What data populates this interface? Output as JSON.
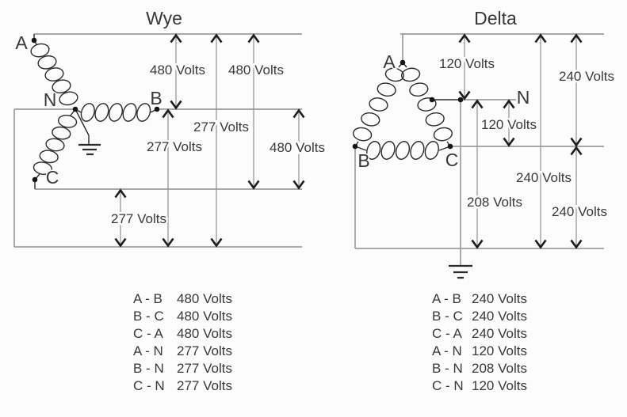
{
  "background_color": "#fcfcfc",
  "colors": {
    "bus_line": "#9c9c9c",
    "component_line": "#2a2a2a",
    "arrow": "#1d1d1d",
    "text": "#383838"
  },
  "wye": {
    "title": "Wye",
    "nodes": {
      "a": "A",
      "n": "N",
      "b": "B",
      "c": "C"
    },
    "dim_labels": {
      "a_b": "480 Volts",
      "a_c": "480 Volts",
      "a_n": "277 Volts",
      "b_n": "277 Volts",
      "b_c": "480 Volts",
      "c_n": "277 Volts"
    },
    "table": [
      {
        "pair": "A - B",
        "volts": "480 Volts"
      },
      {
        "pair": "B - C",
        "volts": "480 Volts"
      },
      {
        "pair": "C - A",
        "volts": "480 Volts"
      },
      {
        "pair": "A - N",
        "volts": "277 Volts"
      },
      {
        "pair": "B - N",
        "volts": "277 Volts"
      },
      {
        "pair": "C - N",
        "volts": "277 Volts"
      }
    ]
  },
  "delta": {
    "title": "Delta",
    "nodes": {
      "a": "A",
      "b": "B",
      "c": "C",
      "n": "N"
    },
    "dim_labels": {
      "a_n": "120 Volts",
      "n_c": "120 Volts",
      "b_n": "208 Volts",
      "a_b": "240 Volts",
      "a_c": "240 Volts",
      "c_b": "240 Volts"
    },
    "table": [
      {
        "pair": "A - B",
        "volts": "240 Volts"
      },
      {
        "pair": "B - C",
        "volts": "240 Volts"
      },
      {
        "pair": "C - A",
        "volts": "240 Volts"
      },
      {
        "pair": "A - N",
        "volts": "120 Volts"
      },
      {
        "pair": "B - N",
        "volts": "208 Volts"
      },
      {
        "pair": "C - N",
        "volts": "120 Volts"
      }
    ]
  }
}
